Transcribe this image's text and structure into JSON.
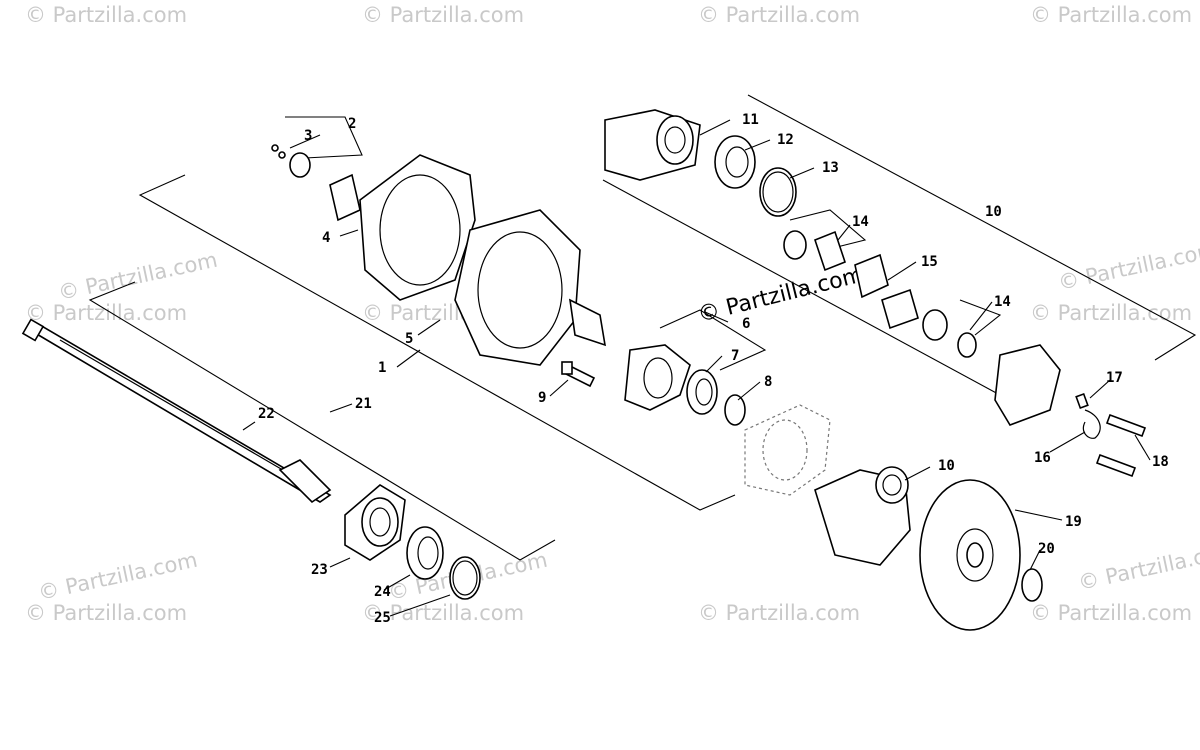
{
  "watermark": {
    "corner_text": "© Partzilla.com",
    "center_text": "© Partzilla.com"
  },
  "callouts": [
    "1",
    "2",
    "3",
    "4",
    "5",
    "6",
    "7",
    "8",
    "9",
    "10",
    "10",
    "11",
    "12",
    "13",
    "14",
    "14",
    "15",
    "16",
    "17",
    "18",
    "19",
    "20",
    "21",
    "22",
    "23",
    "24",
    "25"
  ],
  "colors": {
    "line": "#000000",
    "watermark": "#c9c9c9",
    "background": "#ffffff"
  }
}
